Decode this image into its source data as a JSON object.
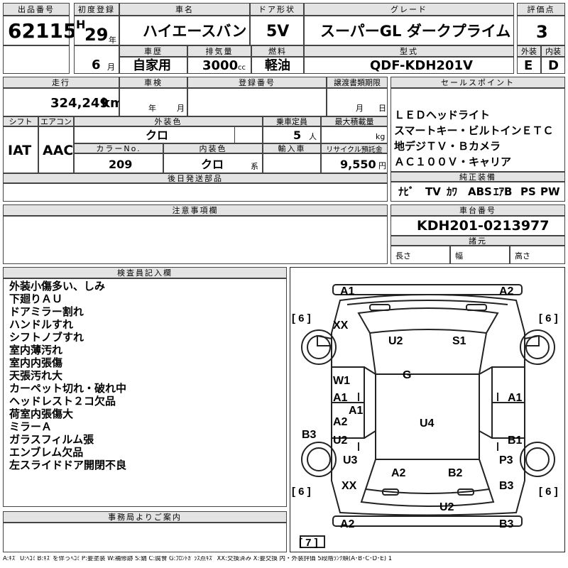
{
  "header": {
    "lot_label": "出品番号",
    "lot_number": "62115",
    "first_reg_label": "初度登録",
    "era": "H",
    "year": "29",
    "year_unit": "年",
    "month": "6",
    "month_unit": "月",
    "name_label": "車名",
    "car_name": "ハイエースバン",
    "door_label": "ドア形状",
    "door_value": "5V",
    "grade_label": "グレード",
    "grade_value": "スーパーGL ダークプライム",
    "score_label": "評価点",
    "score_value": "3",
    "history_label": "車歴",
    "history_value": "自家用",
    "displacement_label": "排気量",
    "displacement_value": "3000",
    "displacement_unit": "cc",
    "fuel_label": "燃料",
    "fuel_value": "軽油",
    "model_label": "型式",
    "model_value": "QDF-KDH201V",
    "exterior_label": "外装",
    "exterior_value": "E",
    "interior_label": "内装",
    "interior_value": "D"
  },
  "specs": {
    "mileage_label": "走行",
    "mileage_value": "324,249",
    "mileage_unit": "km",
    "inspection_label": "車検",
    "inspection_year_unit": "年",
    "inspection_month_unit": "月",
    "registration_label": "登録番号",
    "transfer_label": "譲渡書類期限",
    "transfer_month_unit": "月",
    "transfer_day_unit": "日",
    "shift_label": "シフト",
    "shift_value": "IAT",
    "ac_label": "エアコン",
    "ac_value": "AAC",
    "ext_color_label": "外装色",
    "ext_color_value": "クロ",
    "capacity_label": "乗車定員",
    "capacity_value": "5",
    "capacity_unit": "人",
    "load_label": "最大積載量",
    "load_unit": "kg",
    "color_no_label": "カラーNo.",
    "color_no_value": "209",
    "int_color_label": "内装色",
    "int_color_value": "クロ",
    "int_color_unit": "系",
    "import_label": "輸入車",
    "recycle_label": "リサイクル預託金",
    "recycle_value": "9,550",
    "recycle_unit": "円",
    "later_parts_label": "後日発送部品"
  },
  "sales_points": {
    "label": "セールスポイント",
    "lines": [
      "ＬＥＤヘッドライト",
      "スマートキー・ビルトインＥＴＣ",
      "地デジＴＶ・Ｂカメラ",
      "ＡＣ１００Ｖ・キャリア"
    ],
    "equipment_label": "純正装備",
    "equipment_items": [
      "ﾅﾋﾞ",
      "TV",
      "ｶﾜ",
      "ABS",
      "ｴｱB",
      "PS",
      "PW"
    ]
  },
  "caution": {
    "label": "注意事項欄"
  },
  "chassis": {
    "label": "車台番号",
    "value": "KDH201-0213977",
    "dims_label": "諸元",
    "length_label": "長さ",
    "width_label": "幅",
    "height_label": "高さ"
  },
  "inspector": {
    "label": "検査員記入欄",
    "notes": [
      "外装小傷多い、しみ",
      "下廻りＡＵ",
      "ドアミラー割れ",
      "ハンドルすれ",
      "シフトノブすれ",
      "室内薄汚れ",
      "室内内張傷",
      "天張汚れ大",
      "カーペット切れ・破れ中",
      "ヘッドレスト２コ欠品",
      "荷室内張傷大",
      "ミラーＡ",
      "ガラスフィルム張",
      "エンブレム欠品",
      "左スライドドア開閉不良"
    ]
  },
  "office": {
    "label": "事務局よりご案内"
  },
  "diagram": {
    "marks": [
      "A1",
      "A2",
      "XX",
      "U2",
      "S1",
      "G",
      "W1",
      "A1",
      "A1",
      "A1",
      "A2",
      "U4",
      "B3",
      "U2",
      "B1",
      "U3",
      "P3",
      "A2",
      "B2",
      "XX",
      "B3",
      "U2",
      "A2",
      "B3"
    ],
    "tire_marks": [
      "[ 6 ]",
      "[ 6 ]",
      "[ 6 ]",
      "[ 6 ]",
      "[ 7 ]"
    ]
  },
  "legend": "A:ｷｽﾞ U:ﾍｺﾐ B:ｷｽﾞを伴うﾍｺﾐ P:要塗装 W:補修跡 S:錆 C:腐食 G:ﾌﾛﾝﾄｶﾞﾗｽ点ｷｽﾞ XX:交換済み X:要交換 内・外装評価 5段階ﾗﾝｸ順(A･B･C･D･E) 1"
}
